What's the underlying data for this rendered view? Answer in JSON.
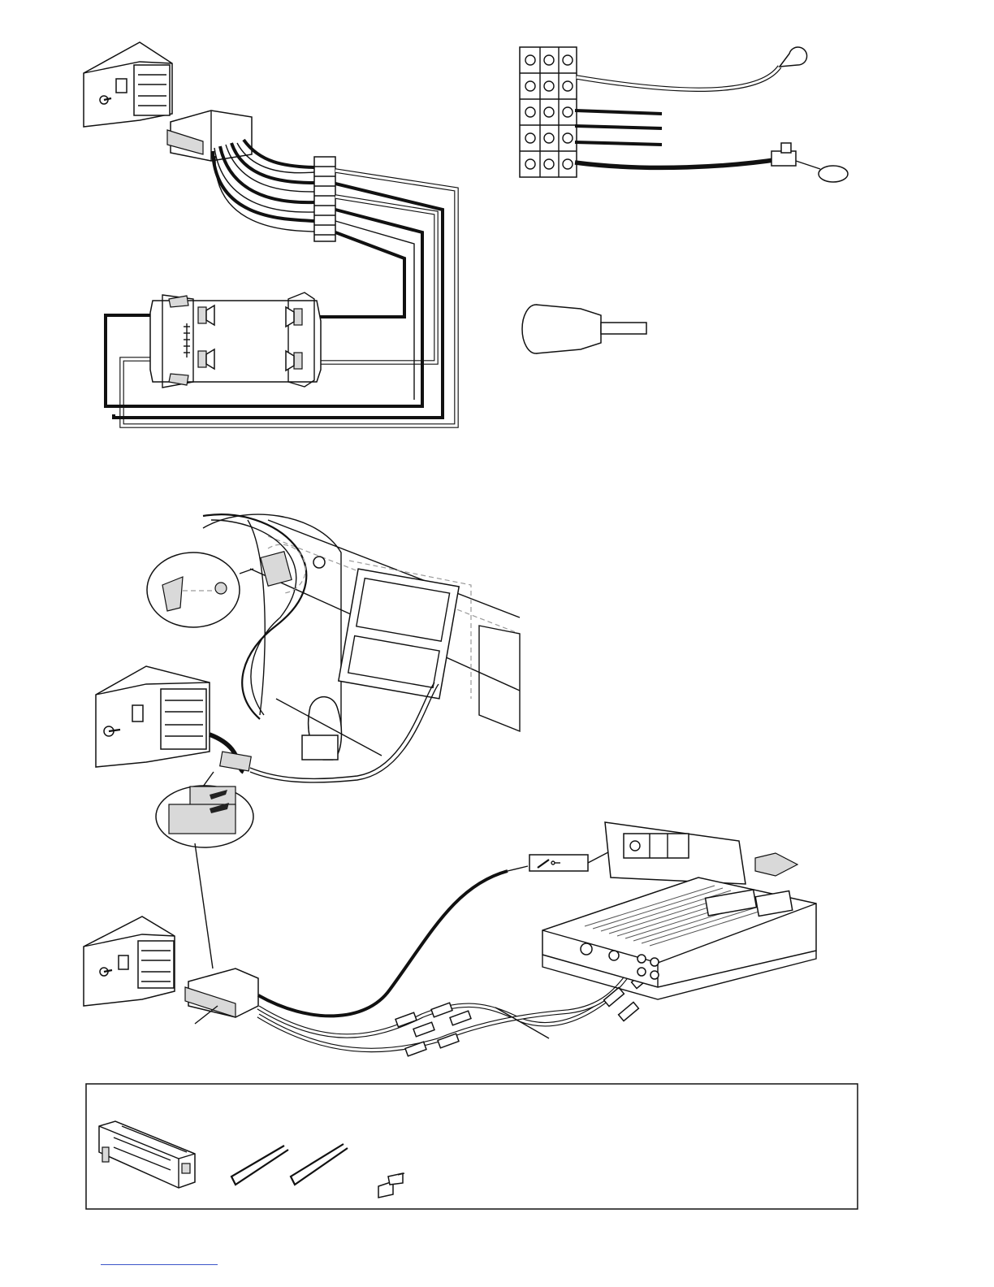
{
  "diagram": {
    "selector_label": "",
    "sections": [
      "radio-iso-connector-to-terminal-block-and-4-speakers",
      "ground-and-power-terminal-block",
      "antenna-adapter-plug",
      "dashboard-installation-with-remote-control-cable",
      "amplifier-connection-with-rca-cables",
      "supplied-accessories"
    ]
  },
  "accessories": {
    "items": [
      "radio-unit",
      "release-key-left",
      "release-key-right",
      "antenna-adapter"
    ]
  },
  "icons": {
    "radio": "car-radio-icon",
    "car": "car-topview-icon",
    "amplifier": "amplifier-icon"
  },
  "colors": {
    "line": "#111111",
    "link": "#3b55c8",
    "dashed": "#9a9a9a"
  }
}
